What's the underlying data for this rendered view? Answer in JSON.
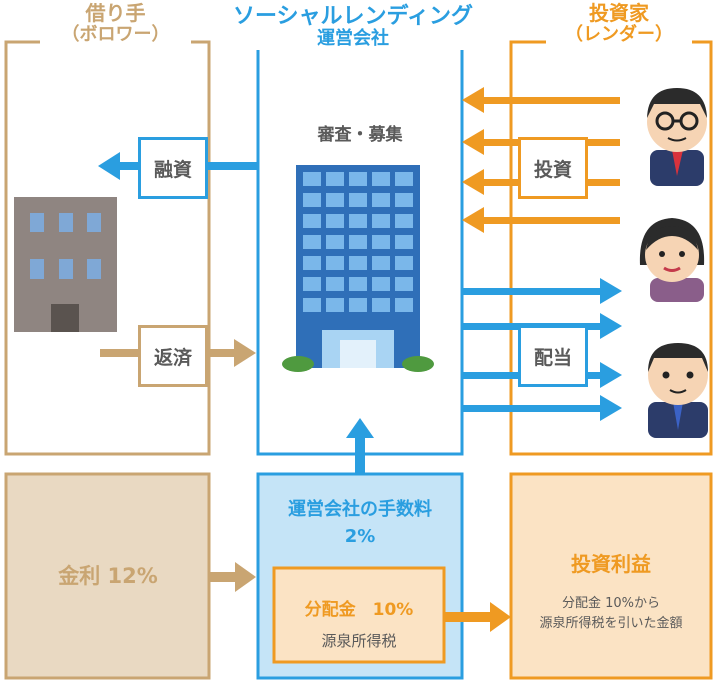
{
  "colors": {
    "borrower": "#c9a572",
    "platform": "#2a9ee0",
    "investor": "#ef9a22",
    "borrower_fill": "#e9d9c2",
    "platform_fill": "#c5e4f7",
    "investor_fill": "#fbe3c4"
  },
  "borrower": {
    "title_line1": "借り手",
    "title_line2": "（ボロワー）",
    "loan_label": "融資",
    "repay_label": "返済",
    "interest_text": "金利 12%"
  },
  "platform": {
    "title_line1": "ソーシャルレンディング",
    "title_line2": "運営会社",
    "screening_text": "審査・募集",
    "fee_line1": "運営会社の手数料",
    "fee_line2": "2%",
    "distribution_text": "分配金　10%",
    "withholding_text": "源泉所得税"
  },
  "investor": {
    "title_line1": "投資家",
    "title_line2": "（レンダー）",
    "invest_label": "投資",
    "dividend_label": "配当",
    "profit_title": "投資利益",
    "profit_line1": "分配金 10%から",
    "profit_line2": "源泉所得税を引いた金額"
  },
  "icons": [
    "building-icon",
    "office-tower-icon",
    "investor-man-glasses-icon",
    "investor-woman-icon",
    "investor-man-icon"
  ]
}
